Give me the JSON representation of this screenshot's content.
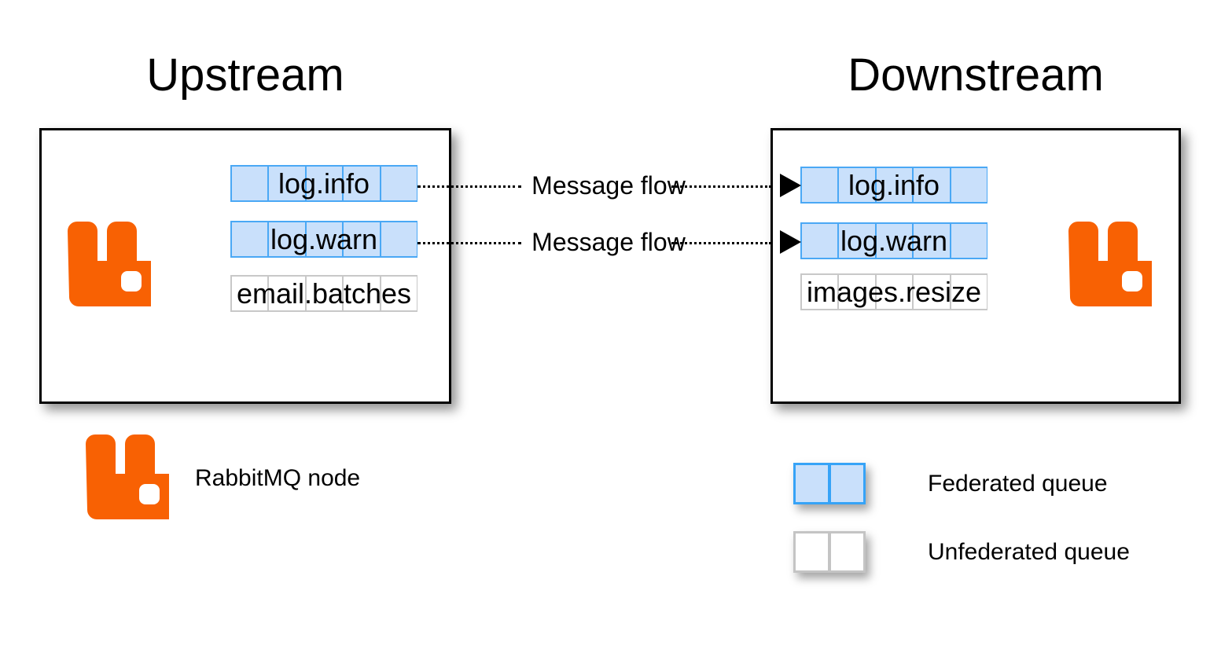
{
  "diagram": {
    "title_upstream": "Upstream",
    "title_downstream": "Downstream",
    "colors": {
      "rabbitmq_orange": "#f86103",
      "federated_fill": "#c9e0fb",
      "federated_border": "#4aa8f5",
      "unfederated_fill": "#ffffff",
      "unfederated_border": "#c8c8c8",
      "box_border": "#000000",
      "text": "#000000",
      "background": "#ffffff"
    }
  },
  "upstream": {
    "title": "Upstream",
    "node_icon": "rabbitmq-logo-icon",
    "queues": [
      {
        "name": "log.info",
        "federated": true,
        "cells": 5
      },
      {
        "name": "log.warn",
        "federated": true,
        "cells": 5
      },
      {
        "name": "email.batches",
        "federated": false,
        "cells": 5
      }
    ]
  },
  "downstream": {
    "title": "Downstream",
    "node_icon": "rabbitmq-logo-icon",
    "queues": [
      {
        "name": "log.info",
        "federated": true,
        "cells": 5
      },
      {
        "name": "log.warn",
        "federated": true,
        "cells": 5
      },
      {
        "name": "images.resize",
        "federated": false,
        "cells": 5
      }
    ]
  },
  "flows": [
    {
      "label": "Message flow",
      "from": "log.info",
      "to": "log.info",
      "direction": "upstream-to-downstream"
    },
    {
      "label": "Message flow",
      "from": "log.warn",
      "to": "log.warn",
      "direction": "upstream-to-downstream"
    }
  ],
  "legend": {
    "items": [
      {
        "label": "RabbitMQ node",
        "swatch": "rabbitmq-logo-icon"
      },
      {
        "label": "Federated queue",
        "swatch": "federated-queue-swatch"
      },
      {
        "label": "Unfederated queue",
        "swatch": "unfederated-queue-swatch"
      }
    ]
  }
}
